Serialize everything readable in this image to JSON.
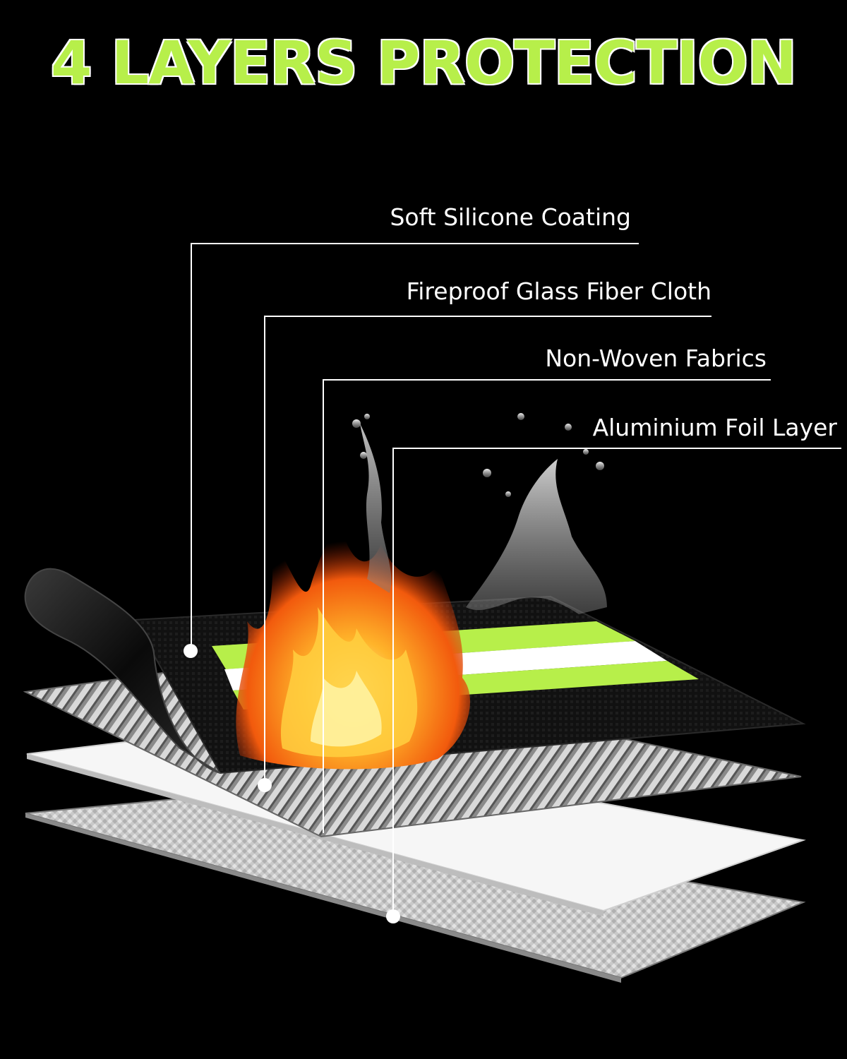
{
  "headline": "4 LAYERS PROTECTION",
  "colors": {
    "background": "#000000",
    "headline": "#b7ef4a",
    "accent_stripe": "#b7ef4a",
    "label_text": "#ffffff"
  },
  "layers": [
    {
      "label": "Soft Silicone Coating"
    },
    {
      "label": "Fireproof Glass Fiber Cloth"
    },
    {
      "label": "Non-Woven Fabrics"
    },
    {
      "label": "Aluminium Foil Layer"
    }
  ],
  "illustration": {
    "flame": "fire-illustration",
    "water": "water-splash-illustration"
  }
}
